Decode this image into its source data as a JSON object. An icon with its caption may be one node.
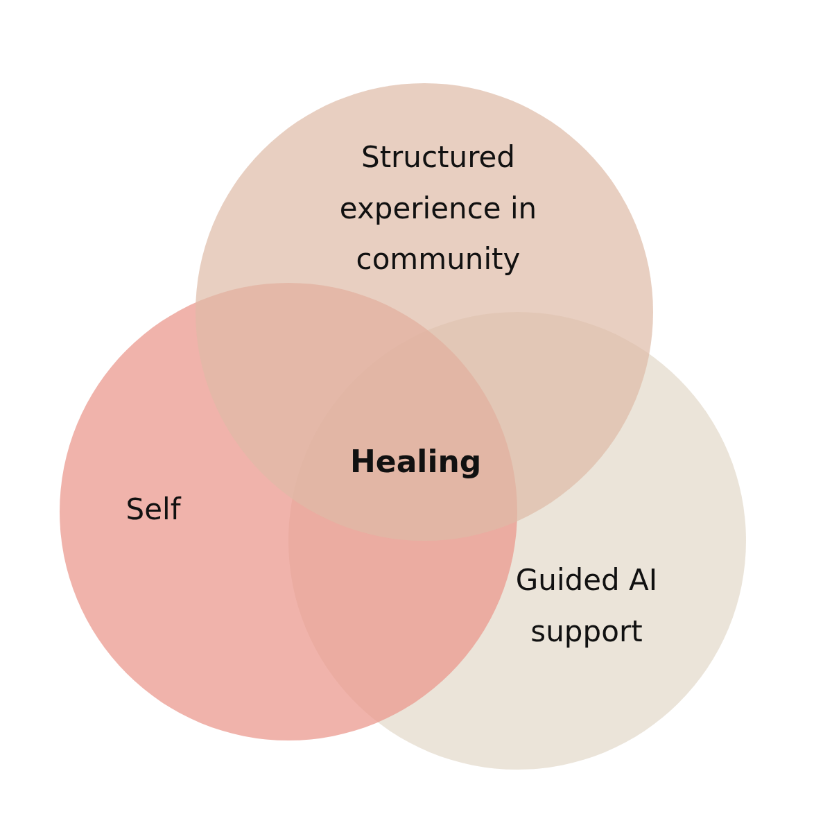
{
  "diagram": {
    "nodes": [
      {
        "text": [
          "Structured experience in community"
        ]
      },
      {
        "text": [
          "Self"
        ]
      },
      {
        "text": [
          "Guided AI support"
        ]
      }
    ],
    "edges": [],
    "labels": [
      "Healing"
    ]
  }
}
